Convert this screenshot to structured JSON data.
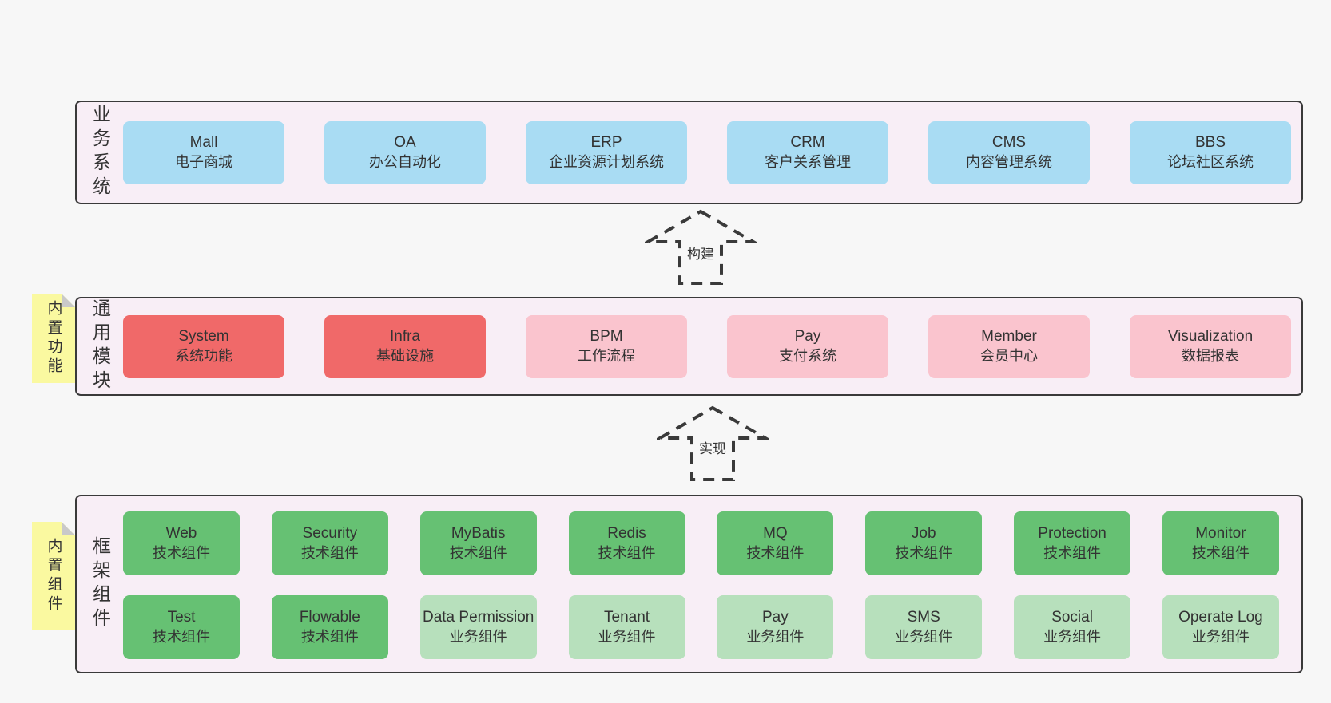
{
  "colors": {
    "page-bg": "#f7f7f7",
    "panel-bg": "#f8eef6",
    "panel-border": "#3a3a3a",
    "text": "#333333",
    "blue": "#a9dcf3",
    "red": "#f06969",
    "pink": "#fac4ce",
    "green": "#66c173",
    "green-light": "#b7e0bc",
    "yellow": "#faf9a0",
    "fold": "#c9c9c9",
    "arrow": "#3a3a3a"
  },
  "sections": {
    "business": {
      "label": "业务系统",
      "boxes": [
        {
          "name": "Mall",
          "desc": "电子商城"
        },
        {
          "name": "OA",
          "desc": "办公自动化"
        },
        {
          "name": "ERP",
          "desc": "企业资源计划系统"
        },
        {
          "name": "CRM",
          "desc": "客户关系管理"
        },
        {
          "name": "CMS",
          "desc": "内容管理系统"
        },
        {
          "name": "BBS",
          "desc": "论坛社区系统"
        }
      ]
    },
    "modules": {
      "label": "通用模块",
      "note": "内置功能",
      "boxes": [
        {
          "name": "System",
          "desc": "系统功能"
        },
        {
          "name": "Infra",
          "desc": "基础设施"
        },
        {
          "name": "BPM",
          "desc": "工作流程"
        },
        {
          "name": "Pay",
          "desc": "支付系统"
        },
        {
          "name": "Member",
          "desc": "会员中心"
        },
        {
          "name": "Visualization",
          "desc": "数据报表"
        }
      ]
    },
    "framework": {
      "label": "框架组件",
      "note": "内置组件",
      "row1": [
        {
          "name": "Web",
          "desc": "技术组件"
        },
        {
          "name": "Security",
          "desc": "技术组件"
        },
        {
          "name": "MyBatis",
          "desc": "技术组件"
        },
        {
          "name": "Redis",
          "desc": "技术组件"
        },
        {
          "name": "MQ",
          "desc": "技术组件"
        },
        {
          "name": "Job",
          "desc": "技术组件"
        },
        {
          "name": "Protection",
          "desc": "技术组件"
        },
        {
          "name": "Monitor",
          "desc": "技术组件"
        }
      ],
      "row2": [
        {
          "name": "Test",
          "desc": "技术组件"
        },
        {
          "name": "Flowable",
          "desc": "技术组件"
        },
        {
          "name": "Data Permission",
          "desc": "业务组件"
        },
        {
          "name": "Tenant",
          "desc": "业务组件"
        },
        {
          "name": "Pay",
          "desc": "业务组件"
        },
        {
          "name": "SMS",
          "desc": "业务组件"
        },
        {
          "name": "Social",
          "desc": "业务组件"
        },
        {
          "name": "Operate Log",
          "desc": "业务组件"
        }
      ]
    }
  },
  "arrows": {
    "build": "构建",
    "implement": "实现"
  }
}
